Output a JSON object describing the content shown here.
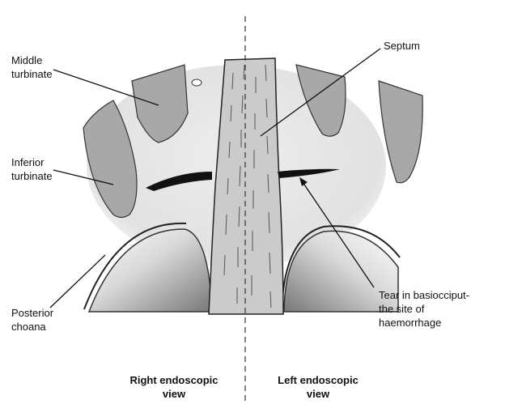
{
  "labels": {
    "middle_turbinate": "Middle\nturbinate",
    "inferior_turbinate": "Inferior\nturbinate",
    "posterior_choana": "Posterior\nchoana",
    "septum": "Septum",
    "tear": "Tear in basiocciput-\nthe site of\nhaemorrhage",
    "right_view": "Right endoscopic\nview",
    "left_view": "Left endoscopic\nview"
  },
  "colors": {
    "background_disc": "#e6e6e6",
    "turbinate": "#a9a9a9",
    "septum": "#c9c9c9",
    "tear": "#111111",
    "outline": "#333333"
  }
}
